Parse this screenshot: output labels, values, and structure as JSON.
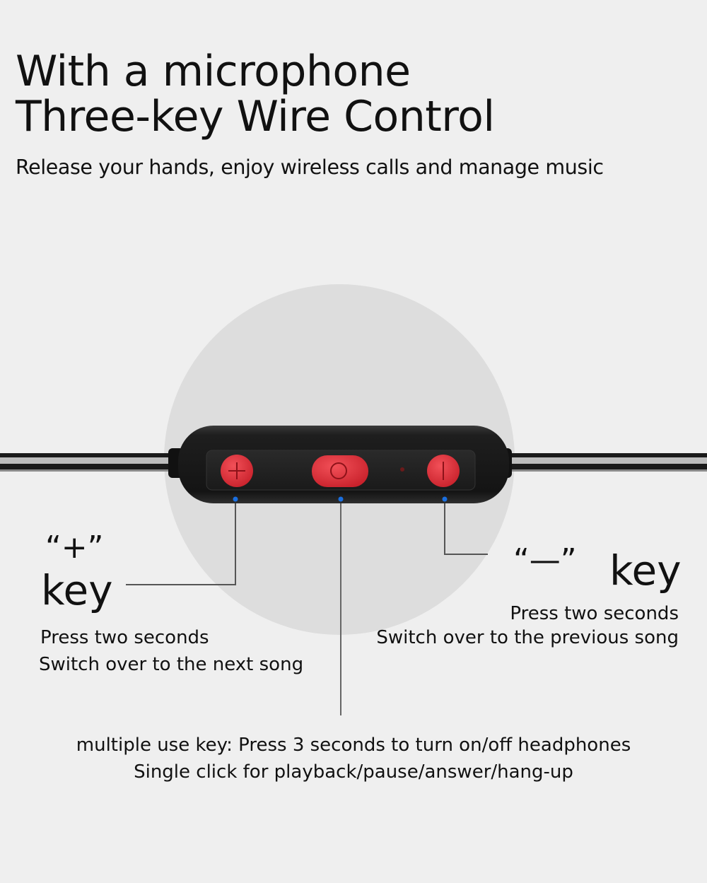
{
  "header": {
    "title_line_1": "With a microphone",
    "title_line_2": "Three-key Wire Control",
    "subtitle": "Release your hands, enjoy wireless calls and manage music"
  },
  "plus_key": {
    "quote": "“+”",
    "word": "key",
    "desc_1": "Press two seconds",
    "desc_2": "Switch over to the next song"
  },
  "minus_key": {
    "quote": "“—”",
    "word": "key",
    "desc_1": "Press two seconds",
    "desc_2": "Switch over to the previous song"
  },
  "multi_key": {
    "desc_1": "multiple use key: Press 3 seconds to turn on/off headphones",
    "desc_2": "Single click for playback/pause/answer/hang-up"
  },
  "colors": {
    "background": "#efefef",
    "circle": "#dcdcdc",
    "remote_body": "#1c1c1c",
    "button_red": "#e8343e",
    "indicator_blue": "#1a6fe0",
    "leader_line": "#555555"
  },
  "icons": [
    "plus-icon",
    "circle-icon",
    "minus-icon",
    "microphone-hole-icon"
  ]
}
